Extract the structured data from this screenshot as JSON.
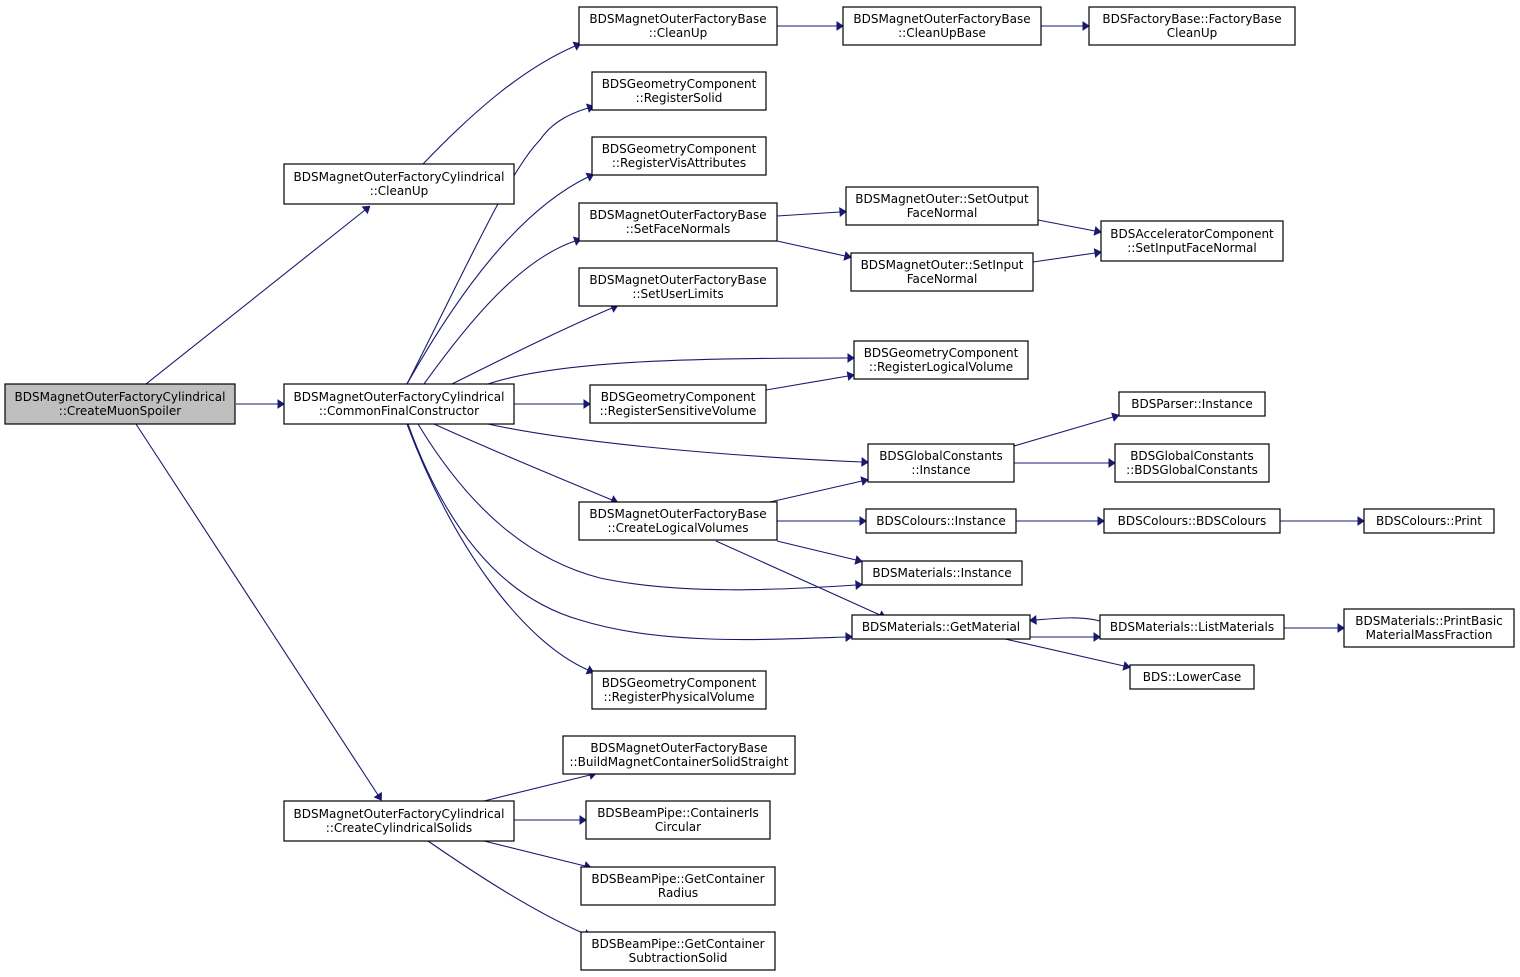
{
  "graph": {
    "edge_color": "#191970",
    "root_fill": "#bfbfbf",
    "nodes": [
      {
        "id": "root",
        "lines": [
          "BDSMagnetOuterFactoryCylindrical",
          "::CreateMuonSpoiler"
        ],
        "root": true
      },
      {
        "id": "cyl_cleanup",
        "lines": [
          "BDSMagnetOuterFactoryCylindrical",
          "::CleanUp"
        ]
      },
      {
        "id": "cyl_common",
        "lines": [
          "BDSMagnetOuterFactoryCylindrical",
          "::CommonFinalConstructor"
        ]
      },
      {
        "id": "cyl_solids",
        "lines": [
          "BDSMagnetOuterFactoryCylindrical",
          "::CreateCylindricalSolids"
        ]
      },
      {
        "id": "base_cleanup",
        "lines": [
          "BDSMagnetOuterFactoryBase",
          "::CleanUp"
        ]
      },
      {
        "id": "base_cleanupbase",
        "lines": [
          "BDSMagnetOuterFactoryBase",
          "::CleanUpBase"
        ]
      },
      {
        "id": "factory_cleanup",
        "lines": [
          "BDSFactoryBase::FactoryBase",
          "CleanUp"
        ]
      },
      {
        "id": "geo_regsolid",
        "lines": [
          "BDSGeometryComponent",
          "::RegisterSolid"
        ]
      },
      {
        "id": "geo_regvis",
        "lines": [
          "BDSGeometryComponent",
          "::RegisterVisAttributes"
        ]
      },
      {
        "id": "base_setface",
        "lines": [
          "BDSMagnetOuterFactoryBase",
          "::SetFaceNormals"
        ]
      },
      {
        "id": "outer_setout",
        "lines": [
          "BDSMagnetOuter::SetOutput",
          "FaceNormal"
        ]
      },
      {
        "id": "outer_setin",
        "lines": [
          "BDSMagnetOuter::SetInput",
          "FaceNormal"
        ]
      },
      {
        "id": "acc_setin",
        "lines": [
          "BDSAcceleratorComponent",
          "::SetInputFaceNormal"
        ]
      },
      {
        "id": "base_userlimits",
        "lines": [
          "BDSMagnetOuterFactoryBase",
          "::SetUserLimits"
        ]
      },
      {
        "id": "geo_reglogical",
        "lines": [
          "BDSGeometryComponent",
          "::RegisterLogicalVolume"
        ]
      },
      {
        "id": "geo_regsens",
        "lines": [
          "BDSGeometryComponent",
          "::RegisterSensitiveVolume"
        ]
      },
      {
        "id": "parser_inst",
        "lines": [
          "BDSParser::Instance"
        ]
      },
      {
        "id": "gc_inst",
        "lines": [
          "BDSGlobalConstants",
          "::Instance"
        ]
      },
      {
        "id": "gc_ctor",
        "lines": [
          "BDSGlobalConstants",
          "::BDSGlobalConstants"
        ]
      },
      {
        "id": "base_createlog",
        "lines": [
          "BDSMagnetOuterFactoryBase",
          "::CreateLogicalVolumes"
        ]
      },
      {
        "id": "col_inst",
        "lines": [
          "BDSColours::Instance"
        ]
      },
      {
        "id": "col_ctor",
        "lines": [
          "BDSColours::BDSColours"
        ]
      },
      {
        "id": "col_print",
        "lines": [
          "BDSColours::Print"
        ]
      },
      {
        "id": "mat_inst",
        "lines": [
          "BDSMaterials::Instance"
        ]
      },
      {
        "id": "mat_get",
        "lines": [
          "BDSMaterials::GetMaterial"
        ]
      },
      {
        "id": "mat_list",
        "lines": [
          "BDSMaterials::ListMaterials"
        ]
      },
      {
        "id": "mat_print",
        "lines": [
          "BDSMaterials::PrintBasic",
          "MaterialMassFraction"
        ]
      },
      {
        "id": "bds_lower",
        "lines": [
          "BDS::LowerCase"
        ]
      },
      {
        "id": "geo_regphys",
        "lines": [
          "BDSGeometryComponent",
          "::RegisterPhysicalVolume"
        ]
      },
      {
        "id": "base_buildcont",
        "lines": [
          "BDSMagnetOuterFactoryBase",
          "::BuildMagnetContainerSolidStraight"
        ]
      },
      {
        "id": "bp_circ",
        "lines": [
          "BDSBeamPipe::ContainerIs",
          "Circular"
        ]
      },
      {
        "id": "bp_radius",
        "lines": [
          "BDSBeamPipe::GetContainer",
          "Radius"
        ]
      },
      {
        "id": "bp_subsolid",
        "lines": [
          "BDSBeamPipe::GetContainer",
          "SubtractionSolid"
        ]
      }
    ],
    "edges": [
      {
        "from": "root",
        "to": "cyl_cleanup"
      },
      {
        "from": "root",
        "to": "cyl_common"
      },
      {
        "from": "root",
        "to": "cyl_solids"
      },
      {
        "from": "cyl_cleanup",
        "to": "base_cleanup"
      },
      {
        "from": "base_cleanup",
        "to": "base_cleanupbase"
      },
      {
        "from": "base_cleanupbase",
        "to": "factory_cleanup"
      },
      {
        "from": "cyl_common",
        "to": "geo_regsolid"
      },
      {
        "from": "cyl_common",
        "to": "geo_regvis"
      },
      {
        "from": "cyl_common",
        "to": "base_setface"
      },
      {
        "from": "cyl_common",
        "to": "base_userlimits"
      },
      {
        "from": "cyl_common",
        "to": "geo_reglogical"
      },
      {
        "from": "cyl_common",
        "to": "geo_regsens"
      },
      {
        "from": "cyl_common",
        "to": "gc_inst"
      },
      {
        "from": "cyl_common",
        "to": "base_createlog"
      },
      {
        "from": "cyl_common",
        "to": "mat_inst"
      },
      {
        "from": "cyl_common",
        "to": "mat_get"
      },
      {
        "from": "cyl_common",
        "to": "geo_regphys"
      },
      {
        "from": "base_setface",
        "to": "outer_setout"
      },
      {
        "from": "base_setface",
        "to": "outer_setin"
      },
      {
        "from": "outer_setout",
        "to": "acc_setin"
      },
      {
        "from": "outer_setin",
        "to": "acc_setin"
      },
      {
        "from": "geo_regsens",
        "to": "geo_reglogical"
      },
      {
        "from": "gc_inst",
        "to": "parser_inst"
      },
      {
        "from": "gc_inst",
        "to": "gc_ctor"
      },
      {
        "from": "base_createlog",
        "to": "gc_inst"
      },
      {
        "from": "base_createlog",
        "to": "col_inst"
      },
      {
        "from": "base_createlog",
        "to": "mat_inst"
      },
      {
        "from": "base_createlog",
        "to": "mat_get"
      },
      {
        "from": "col_inst",
        "to": "col_ctor"
      },
      {
        "from": "col_ctor",
        "to": "col_print"
      },
      {
        "from": "mat_get",
        "to": "mat_list"
      },
      {
        "from": "mat_get",
        "to": "bds_lower"
      },
      {
        "from": "mat_list",
        "to": "mat_get"
      },
      {
        "from": "mat_list",
        "to": "mat_print"
      },
      {
        "from": "cyl_solids",
        "to": "base_buildcont"
      },
      {
        "from": "cyl_solids",
        "to": "bp_circ"
      },
      {
        "from": "cyl_solids",
        "to": "bp_radius"
      },
      {
        "from": "cyl_solids",
        "to": "bp_subsolid"
      }
    ]
  }
}
